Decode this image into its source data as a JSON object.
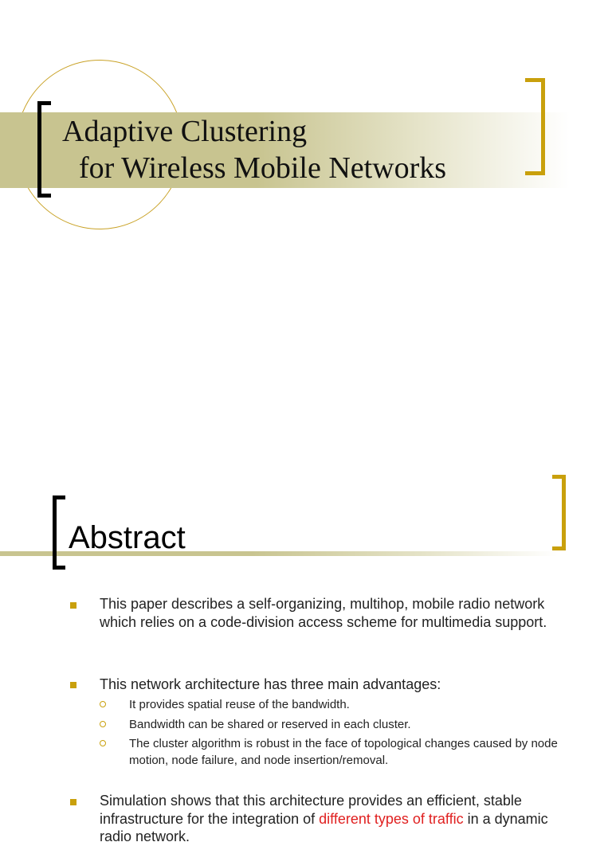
{
  "slide1": {
    "title_line1": "Adaptive Clustering",
    "title_line2": "for Wireless Mobile Networks"
  },
  "slide2": {
    "heading": "Abstract",
    "bullets": [
      {
        "text": "This paper describes a self-organizing, multihop, mobile radio network which relies on a code-division access scheme for multimedia support."
      },
      {
        "text": "This network architecture has three main advantages:",
        "sub": [
          "It provides spatial reuse of the bandwidth.",
          "Bandwidth can be shared or reserved in each cluster.",
          "The cluster algorithm is robust in the face of topological changes caused by node motion, node failure, and node insertion/removal."
        ]
      },
      {
        "text_before": "Simulation shows that this architecture provides an efficient, stable infrastructure for the integration of ",
        "text_highlight": "different types of traffic",
        "text_after": " in a dynamic radio network."
      }
    ]
  },
  "colors": {
    "accent_gold": "#c9a00c",
    "band_olive": "#c8c490",
    "highlight_red": "#e02020"
  }
}
